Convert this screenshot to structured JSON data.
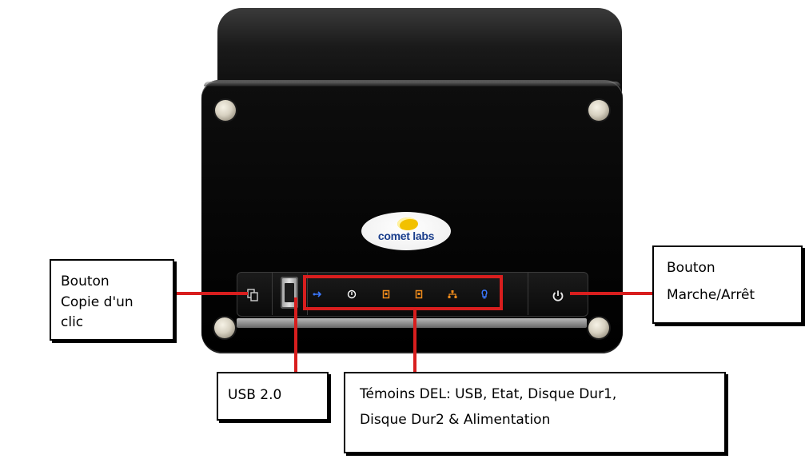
{
  "device": {
    "brand_logo_text": "comet labs",
    "brand_colors": {
      "text": "#1a3e8c",
      "swoosh": "#f2c100"
    },
    "led_indicators": [
      {
        "name": "usb",
        "color": "#3b78ff"
      },
      {
        "name": "status",
        "color": "#ffffff"
      },
      {
        "name": "hdd1",
        "color": "#f08c1c"
      },
      {
        "name": "hdd2",
        "color": "#f08c1c"
      },
      {
        "name": "network",
        "color": "#f08c1c"
      },
      {
        "name": "power",
        "color": "#3b78ff"
      }
    ]
  },
  "callouts": {
    "highlight_color": "#d81e1e",
    "copy_button": {
      "lines": [
        "Bouton",
        "Copie d'un",
        "clic"
      ]
    },
    "usb": {
      "lines": [
        "USB 2.0"
      ]
    },
    "leds": {
      "lines": [
        "Témoins DEL: USB, Etat, Disque Dur1,",
        "Disque Dur2 & Alimentation"
      ]
    },
    "power_button": {
      "lines": [
        "Bouton",
        "Marche/Arrêt"
      ]
    }
  }
}
